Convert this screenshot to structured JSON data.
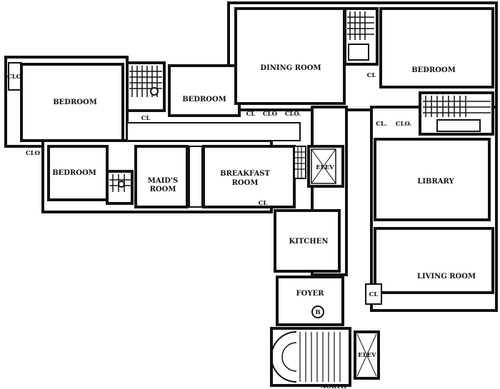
{
  "rooms": {
    "bedroom_nw": "BEDROOM",
    "bedroom_n": "BEDROOM",
    "dining": "DINING ROOM",
    "bedroom_ne": "BEDROOM",
    "bedroom_w": "BEDROOM",
    "maids_1": "MAID'S",
    "maids_2": "ROOM",
    "breakfast_1": "BREAKFAST",
    "breakfast_2": "ROOM",
    "elev_1": "ELEV",
    "library": "LIBRARY",
    "kitchen": "KITCHEN",
    "living": "LIVING ROOM",
    "foyer": "FOYER",
    "elev_2": "ELEV"
  },
  "closets": {
    "clo_top_left": "CLO",
    "cl_bath": "CL",
    "cl_dining": "CL",
    "clo_dining_1": "CLO",
    "clo_dining_2": "CLO.",
    "cl_ne_bath": "CL",
    "cl_ne": "CL.",
    "clo_ne": "CLO.",
    "clo_left": "CLO",
    "cl_breakfast": "CL",
    "cl_foyer": "CL"
  },
  "marker": "B",
  "compass": "NORTH"
}
